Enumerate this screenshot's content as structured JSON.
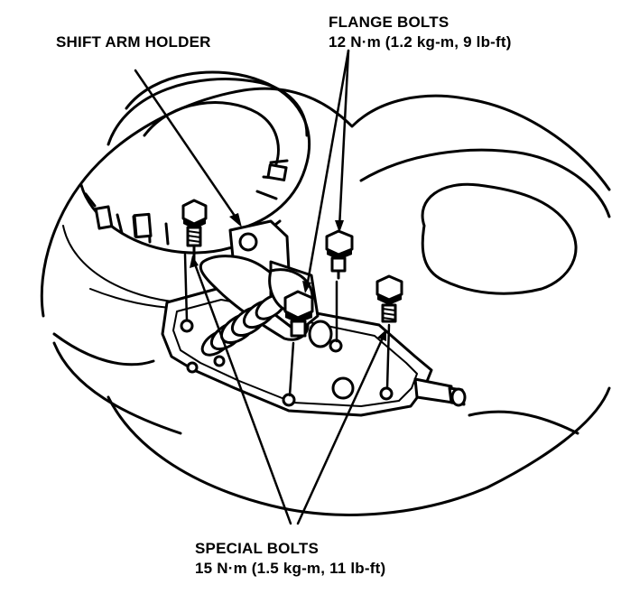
{
  "labels": {
    "shift_arm_holder": "SHIFT ARM HOLDER",
    "flange_bolts": {
      "title": "FLANGE BOLTS",
      "torque": "12 N·m (1.2 kg-m, 9 lb-ft)"
    },
    "special_bolts": {
      "title": "SPECIAL BOLTS",
      "torque": "15 N·m (1.5 kg-m, 11 lb-ft)"
    }
  },
  "colors": {
    "ink": "#000000",
    "paper": "#ffffff"
  }
}
